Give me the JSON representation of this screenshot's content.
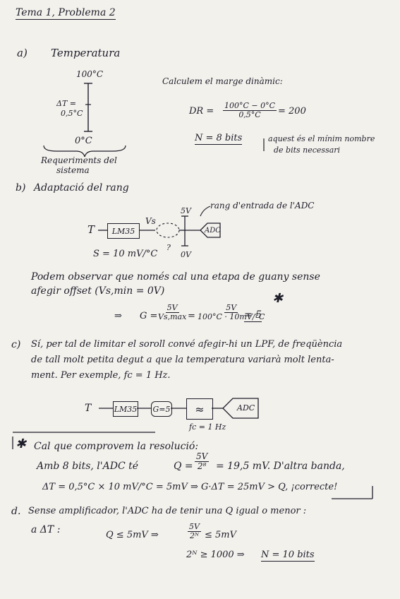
{
  "header": {
    "title": "Tema 1, Problema 2"
  },
  "a": {
    "label": "a)",
    "title": "Temperatura",
    "top_temp": "100°C",
    "bottom_temp": "0°C",
    "delta_t": "ΔT =",
    "delta_val": "0,5°C",
    "requirements": "Requeriments del",
    "requirements2": "sistema",
    "calc_text": "Calculem el marge dinàmic:",
    "dr_label": "DR =",
    "dr_num": "100°C − 0°C",
    "dr_den": "0,5°C",
    "dr_result": "= 200",
    "n_bits": "N = 8 bits",
    "n_note1": "aquest és el mínim nombre",
    "n_note2": "de bits necessari"
  },
  "b": {
    "label": "b)",
    "title": "Adaptació del rang",
    "t_label": "T",
    "lm35": "LM35",
    "vs": "Vs",
    "five_v": "5V",
    "range_note": "rang d'entrada de l'ADC",
    "adc": "ADC",
    "question": "?",
    "zero_v": "0V",
    "sensitivity": "S = 10 mV/°C",
    "obs1": "Podem observar que només cal una etapa de guany sense",
    "obs2": "afegir offset (Vs,min = 0V)",
    "arrow": "⇒",
    "g_label": "G =",
    "g_num1": "5V",
    "g_den1": "Vs,max",
    "g_eq": "=",
    "g_num2": "5V",
    "g_den2": "100°C · 10mV/°C",
    "g_result": "= 5",
    "star": "✱"
  },
  "c": {
    "label": "c)",
    "line1": "Sí, per tal de limitar el soroll convé afegir-hi un LPF, de freqüència",
    "line2": "de tall molt petita degut a que la temperatura variarà molt lenta-",
    "line3": "ment. Per exemple, fc = 1 Hz.",
    "t_label": "T",
    "lm35": "LM35",
    "gain": "G=5",
    "filter": "≈",
    "adc": "ADC",
    "fc": "fc = 1 Hz"
  },
  "check": {
    "star": "✱",
    "line1": "Cal que comprovem la resolució:",
    "line2a": "Amb 8 bits, l'ADC té",
    "q_label": "Q =",
    "q_num": "5V",
    "q_den": "2⁸",
    "q_result": "= 19,5 mV. D'altra banda,",
    "line3": "ΔT = 0,5°C × 10 mV/°C = 5mV ⇒ G·ΔT = 25mV > Q, ¡correcte!"
  },
  "d": {
    "label": "d.",
    "line1": "Sense amplificador, l'ADC ha de tenir una Q igual o menor :",
    "line2": "a ΔT :",
    "ineq1": "Q ≤ 5mV  ⇒",
    "frac_num": "5V",
    "frac_den": "2ᴺ",
    "ineq1b": "≤ 5mV",
    "ineq2": "2ᴺ ≥ 1000  ⇒",
    "result": "N = 10 bits"
  }
}
